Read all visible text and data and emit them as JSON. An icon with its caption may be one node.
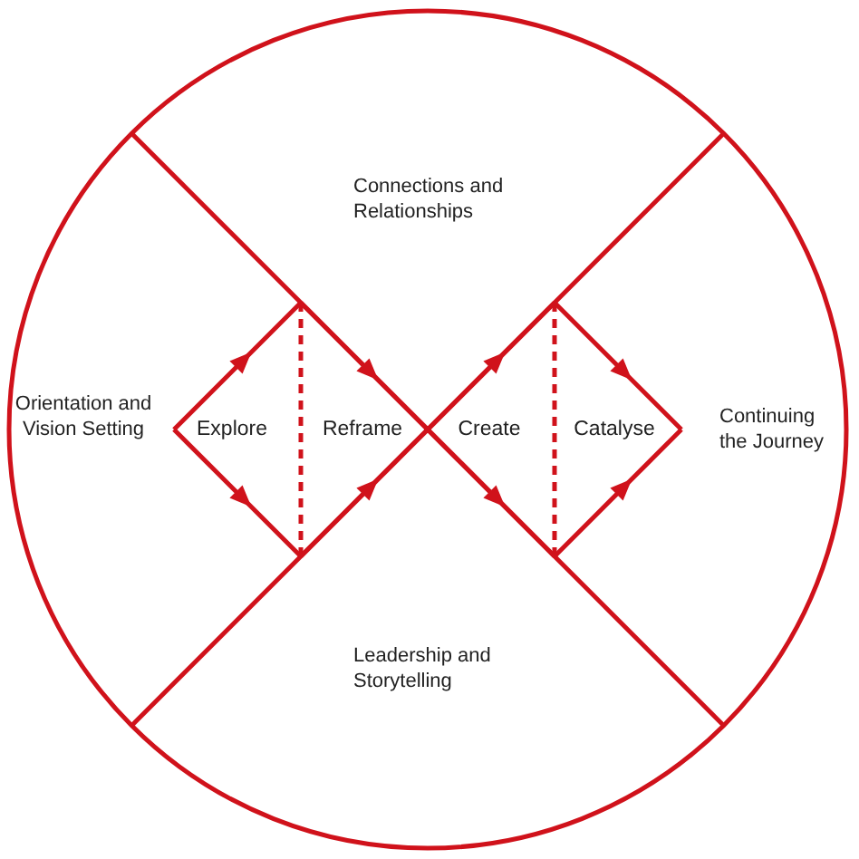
{
  "diagram": {
    "nodes": [
      {
        "text": [
          "Explore"
        ]
      },
      {
        "text": [
          "Reframe"
        ]
      },
      {
        "text": [
          "Create"
        ]
      },
      {
        "text": [
          "Catalyse"
        ]
      }
    ],
    "labels": [
      "Connections and Relationships",
      "Orientation and Vision Setting",
      "Continuing the Journey",
      "Leadership and Storytelling"
    ]
  }
}
